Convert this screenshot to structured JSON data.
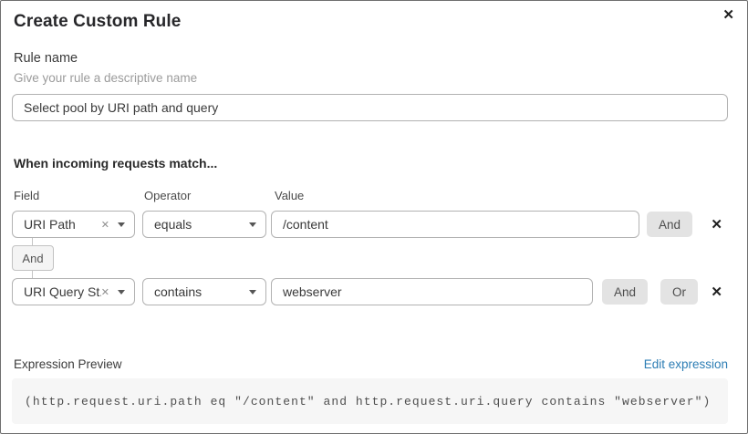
{
  "dialog": {
    "title": "Create Custom Rule"
  },
  "icons": {
    "close": "✕",
    "remove": "✕",
    "clear": "✕"
  },
  "rule_name": {
    "label": "Rule name",
    "hint": "Give your rule a descriptive name",
    "value": "Select pool by URI path and query"
  },
  "match_section": {
    "heading": "When incoming requests match...",
    "columns": {
      "field": "Field",
      "operator": "Operator",
      "value": "Value"
    },
    "rows": [
      {
        "field": "URI Path",
        "operator": "equals",
        "value": "/content",
        "buttons": [
          "And"
        ]
      },
      {
        "field": "URI Query St...",
        "operator": "contains",
        "value": "webserver",
        "buttons": [
          "And",
          "Or"
        ]
      }
    ],
    "connector": "And"
  },
  "expression": {
    "label": "Expression Preview",
    "edit_link": "Edit expression",
    "code": "(http.request.uri.path eq \"/content\" and http.request.uri.query contains \"webserver\")"
  },
  "colors": {
    "link_blue": "#2c7db4",
    "button_gray": "#e3e3e3",
    "code_bg": "#f6f6f6",
    "border_gray": "#b2b2b2"
  }
}
